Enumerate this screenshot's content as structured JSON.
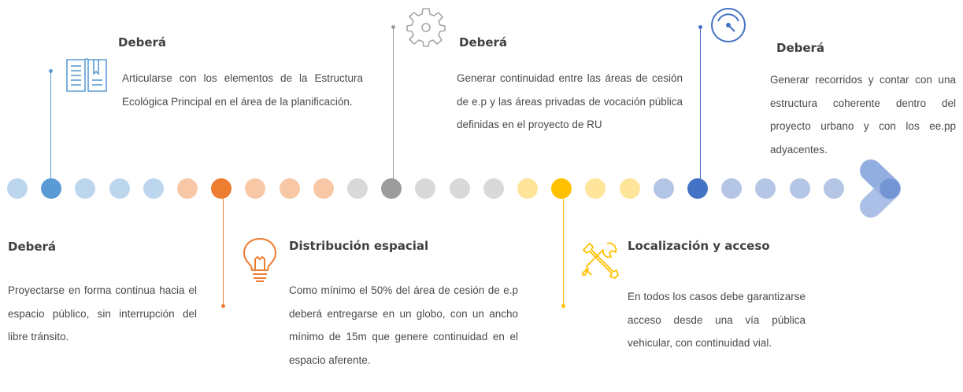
{
  "colors": {
    "blue_light": "#bcd6ee",
    "blue": "#5b9bd5",
    "orange_light": "#f7c7a6",
    "orange": "#ed7d31",
    "gray_light": "#d9d9d9",
    "gray": "#9c9c9c",
    "yellow_light": "#ffe59a",
    "yellow": "#ffc000",
    "navy_light": "#b4c5e6",
    "navy": "#4472c4"
  },
  "dots": [
    {
      "color": "blue_light"
    },
    {
      "color": "blue"
    },
    {
      "color": "blue_light"
    },
    {
      "color": "blue_light"
    },
    {
      "color": "blue_light"
    },
    {
      "color": "orange_light"
    },
    {
      "color": "orange"
    },
    {
      "color": "orange_light"
    },
    {
      "color": "orange_light"
    },
    {
      "color": "orange_light"
    },
    {
      "color": "gray_light"
    },
    {
      "color": "gray"
    },
    {
      "color": "gray_light"
    },
    {
      "color": "gray_light"
    },
    {
      "color": "gray_light"
    },
    {
      "color": "yellow_light"
    },
    {
      "color": "yellow"
    },
    {
      "color": "yellow_light"
    },
    {
      "color": "yellow_light"
    },
    {
      "color": "navy_light"
    },
    {
      "color": "navy"
    },
    {
      "color": "navy_light"
    },
    {
      "color": "navy_light"
    },
    {
      "color": "navy_light"
    },
    {
      "color": "navy_light"
    }
  ],
  "milestones": [
    {
      "heading": "Deberá",
      "text": "Articularse con los elementos de la Estructura Ecológica Principal en el área de la planificación.",
      "icon": "book-icon"
    },
    {
      "heading": "Deberá",
      "text": "Proyectarse en forma continua hacia el espacio público, sin interrupción del libre tránsito.",
      "icon": ""
    },
    {
      "heading": "Distribución espacial",
      "text": "Como mínimo el 50% del área de cesión de e.p deberá entregarse en un globo, con un ancho mínimo de 15m que genere continuidad en el espacio aferente.",
      "icon": "lightbulb-icon"
    },
    {
      "heading": "Deberá",
      "text": "Generar continuidad entre las áreas de cesión de e.p y las áreas privadas de vocación pública definidas en el proyecto de RU",
      "icon": "gear-icon"
    },
    {
      "heading": "Localización y acceso",
      "text": "En todos los casos debe garantizarse acceso desde una vía pública vehicular, con continuidad vial.",
      "icon": "tools-icon"
    },
    {
      "heading": "Deberá",
      "text": "Generar recorridos y contar con una estructura coherente dentro del proyecto urbano y con los ee.pp adyacentes.",
      "icon": "gauge-icon"
    }
  ]
}
